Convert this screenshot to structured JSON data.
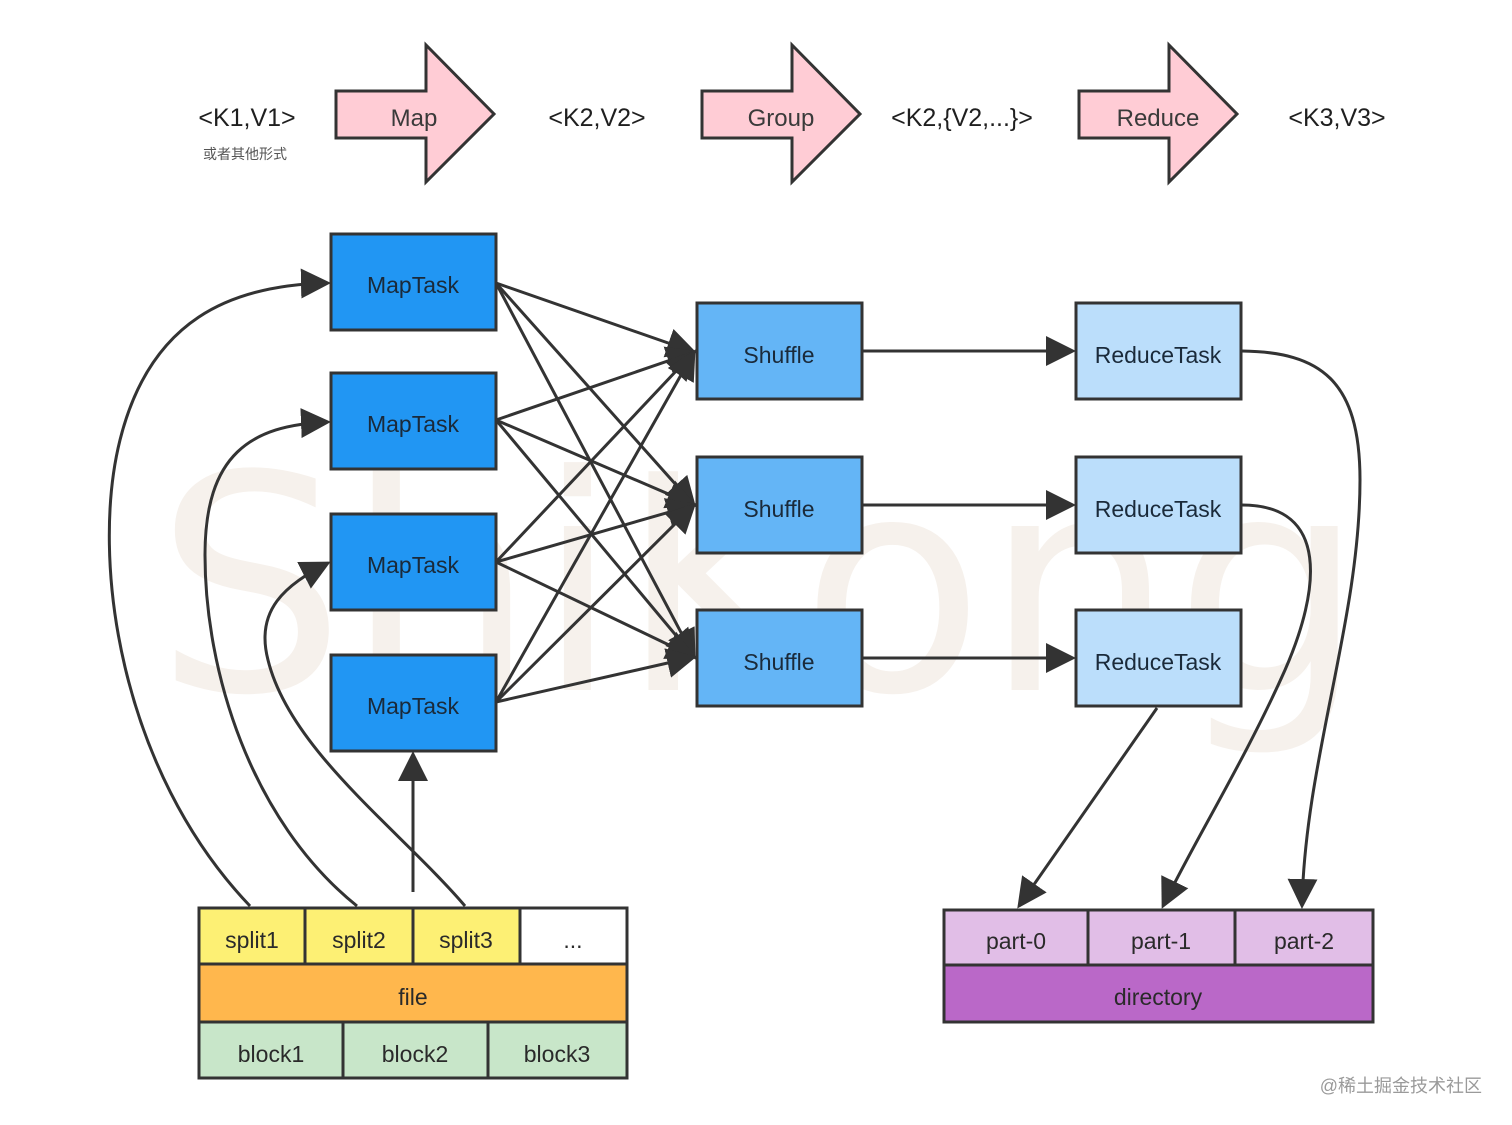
{
  "flow": {
    "kv1": "<K1,V1>",
    "kv1_note": "或者其他形式",
    "map": "Map",
    "kv2": "<K2,V2>",
    "group": "Group",
    "kv2_list": "<K2,{V2,...}>",
    "reduce": "Reduce",
    "kv3": "<K3,V3>"
  },
  "tasks": {
    "maptask": [
      "MapTask",
      "MapTask",
      "MapTask",
      "MapTask"
    ],
    "shuffle": [
      "Shuffle",
      "Shuffle",
      "Shuffle"
    ],
    "reducetask": [
      "ReduceTask",
      "ReduceTask",
      "ReduceTask"
    ]
  },
  "input": {
    "splits": [
      "split1",
      "split2",
      "split3",
      "..."
    ],
    "file": "file",
    "blocks": [
      "block1",
      "block2",
      "block3"
    ]
  },
  "output": {
    "parts": [
      "part-0",
      "part-1",
      "part-2"
    ],
    "directory": "directory"
  },
  "watermark": "ShiKong",
  "credit": "@稀土掘金技术社区",
  "colors": {
    "arrow_fill": "#ffccd5",
    "maptask": "#2196f3",
    "shuffle": "#64b5f6",
    "reducetask": "#bbdefb",
    "split": "#fdf074",
    "file": "#ffb74d",
    "block": "#c8e6c9",
    "part": "#e1bee7",
    "directory": "#ba68c8",
    "stroke": "#333333"
  }
}
